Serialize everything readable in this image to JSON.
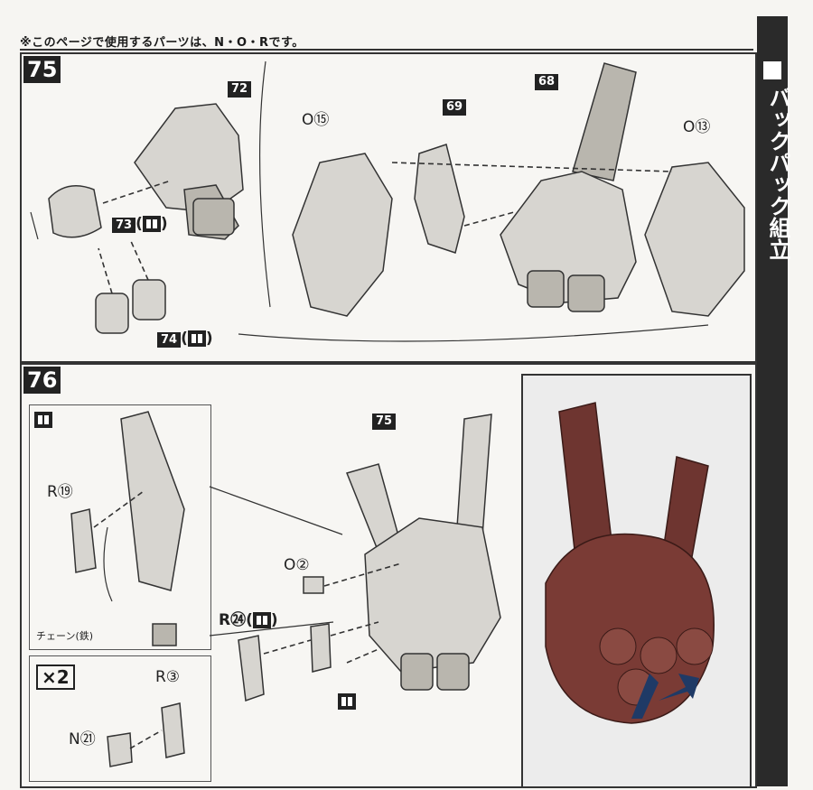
{
  "header": {
    "note": "※このページで使用するパーツは、N・O・Rです。"
  },
  "sidebar": {
    "title": "バックパック組立"
  },
  "step75": {
    "number": "75",
    "parts": {
      "p72": "72",
      "p73": "73",
      "p74": "74",
      "p69": "69",
      "p68": "68",
      "o15": "O⑮",
      "o13": "O⑬"
    }
  },
  "step76": {
    "number": "76",
    "tag75": "75",
    "labels": {
      "r19": "R⑲",
      "o2": "O②",
      "r24": "R㉔",
      "r3": "R③",
      "n21": "N㉑",
      "chain": "チェーン(鉄)",
      "x2": "×2"
    }
  },
  "colors": {
    "accent": "#222222",
    "photo_body": "#7a3b35",
    "arrow": "#1f3a66"
  }
}
